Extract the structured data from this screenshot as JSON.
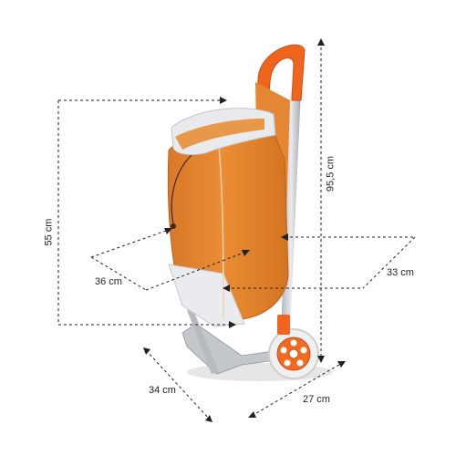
{
  "product": {
    "name": "shopping-trolley",
    "colors": {
      "bag": "#e88a2c",
      "bag_shade": "#c86f1c",
      "handle": "#f0641e",
      "frame": "#c9ccd1",
      "lid": "#e4e6ea",
      "wheel": "#f26a1f",
      "tyre": "#eeeeee"
    }
  },
  "dimensions": {
    "total_height": "95,5 cm",
    "bag_height": "55 cm",
    "bag_width": "36 cm",
    "bag_depth": "33 cm",
    "base_width": "34 cm",
    "base_depth": "27 cm"
  }
}
